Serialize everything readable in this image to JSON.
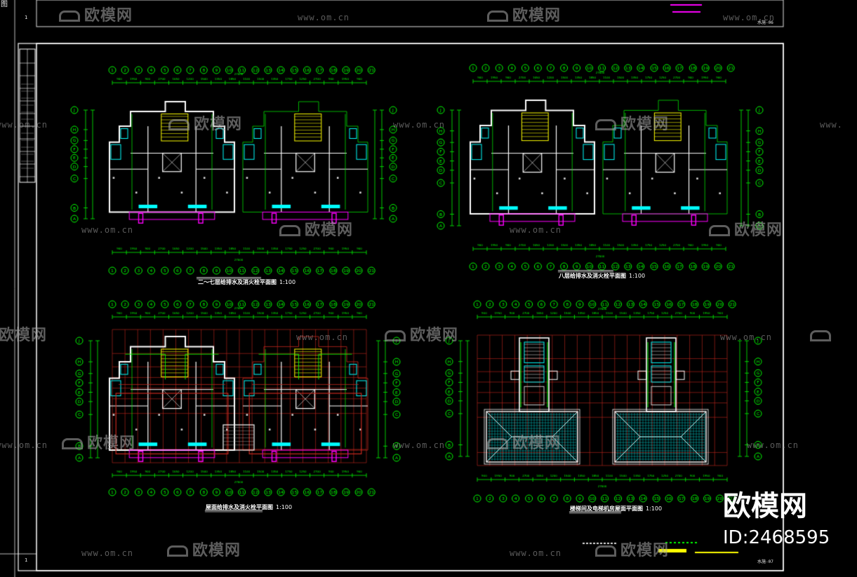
{
  "drawing": {
    "sheet_marker_top": "1",
    "sheet_marker_bottom": "1",
    "corner_fragment": "图",
    "sheet_no_top": "水施-06",
    "sheet_no_bottom": "水施-07",
    "axis_numbers": [
      "1",
      "2",
      "3",
      "4",
      "5",
      "6",
      "7",
      "8",
      "9",
      "10",
      "11",
      "12",
      "13",
      "14",
      "15",
      "16",
      "17",
      "18",
      "19",
      "20",
      "21"
    ],
    "axis_letters": [
      "J",
      "H",
      "G",
      "F",
      "E",
      "D",
      "C",
      "B",
      "A"
    ],
    "total_dimension": "27600",
    "plans": [
      {
        "title": "二～七层给排水及消火栓平面图",
        "scale": "1:100"
      },
      {
        "title": "八层给排水及消火栓平面图",
        "scale": "1:100"
      },
      {
        "title": "屋面给排水及消火栓平面图",
        "scale": "1:100"
      },
      {
        "title": "楼梯间及电梯机房屋面平面图",
        "scale": "1:100"
      }
    ],
    "colors": {
      "background": "#000000",
      "axis_green": "#00ff00",
      "wall_white": "#ffffff",
      "pipe_magenta": "#ff00ff",
      "fixture_cyan": "#00ffff",
      "grid_red": "#c8281e",
      "label_yellow": "#ffff00"
    }
  },
  "watermarks": {
    "brand": "欧模网",
    "url": "www.om.cn",
    "url_prefix": "www."
  },
  "branding": {
    "logo_text": "欧模网",
    "id_text": "ID:2468595"
  }
}
